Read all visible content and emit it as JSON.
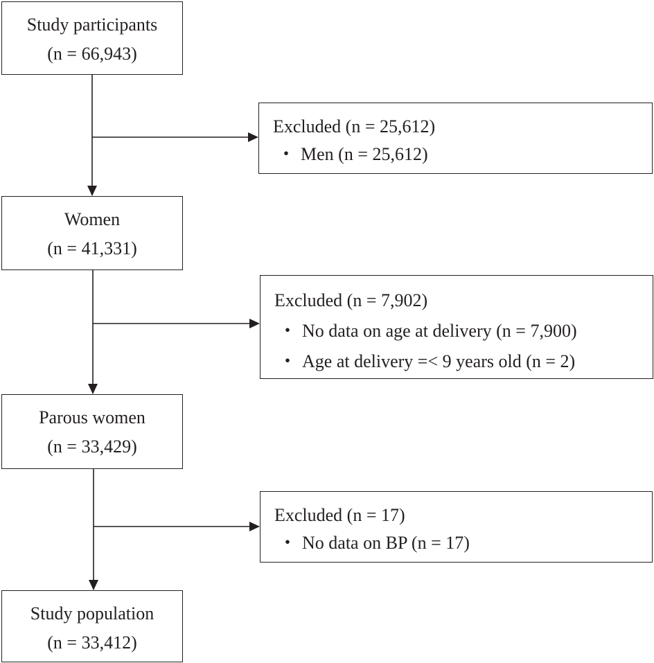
{
  "flow": {
    "steps": [
      {
        "title": "Study participants",
        "count": "(n = 66,943)"
      },
      {
        "title": "Women",
        "count": "(n = 41,331)"
      },
      {
        "title": "Parous women",
        "count": "(n = 33,429)"
      },
      {
        "title": "Study population",
        "count": "(n = 33,412)"
      }
    ],
    "exclusions": [
      {
        "header": "Excluded (n = 25,612)",
        "items": [
          "Men (n = 25,612)"
        ]
      },
      {
        "header": "Excluded (n = 7,902)",
        "items": [
          "No data on age at delivery (n = 7,900)",
          "Age at delivery =< 9 years old (n = 2)"
        ]
      },
      {
        "header": "Excluded (n = 17)",
        "items": [
          "No data on BP (n = 17)"
        ]
      }
    ],
    "bullet_glyph": "・",
    "line_color": "#231f20"
  }
}
